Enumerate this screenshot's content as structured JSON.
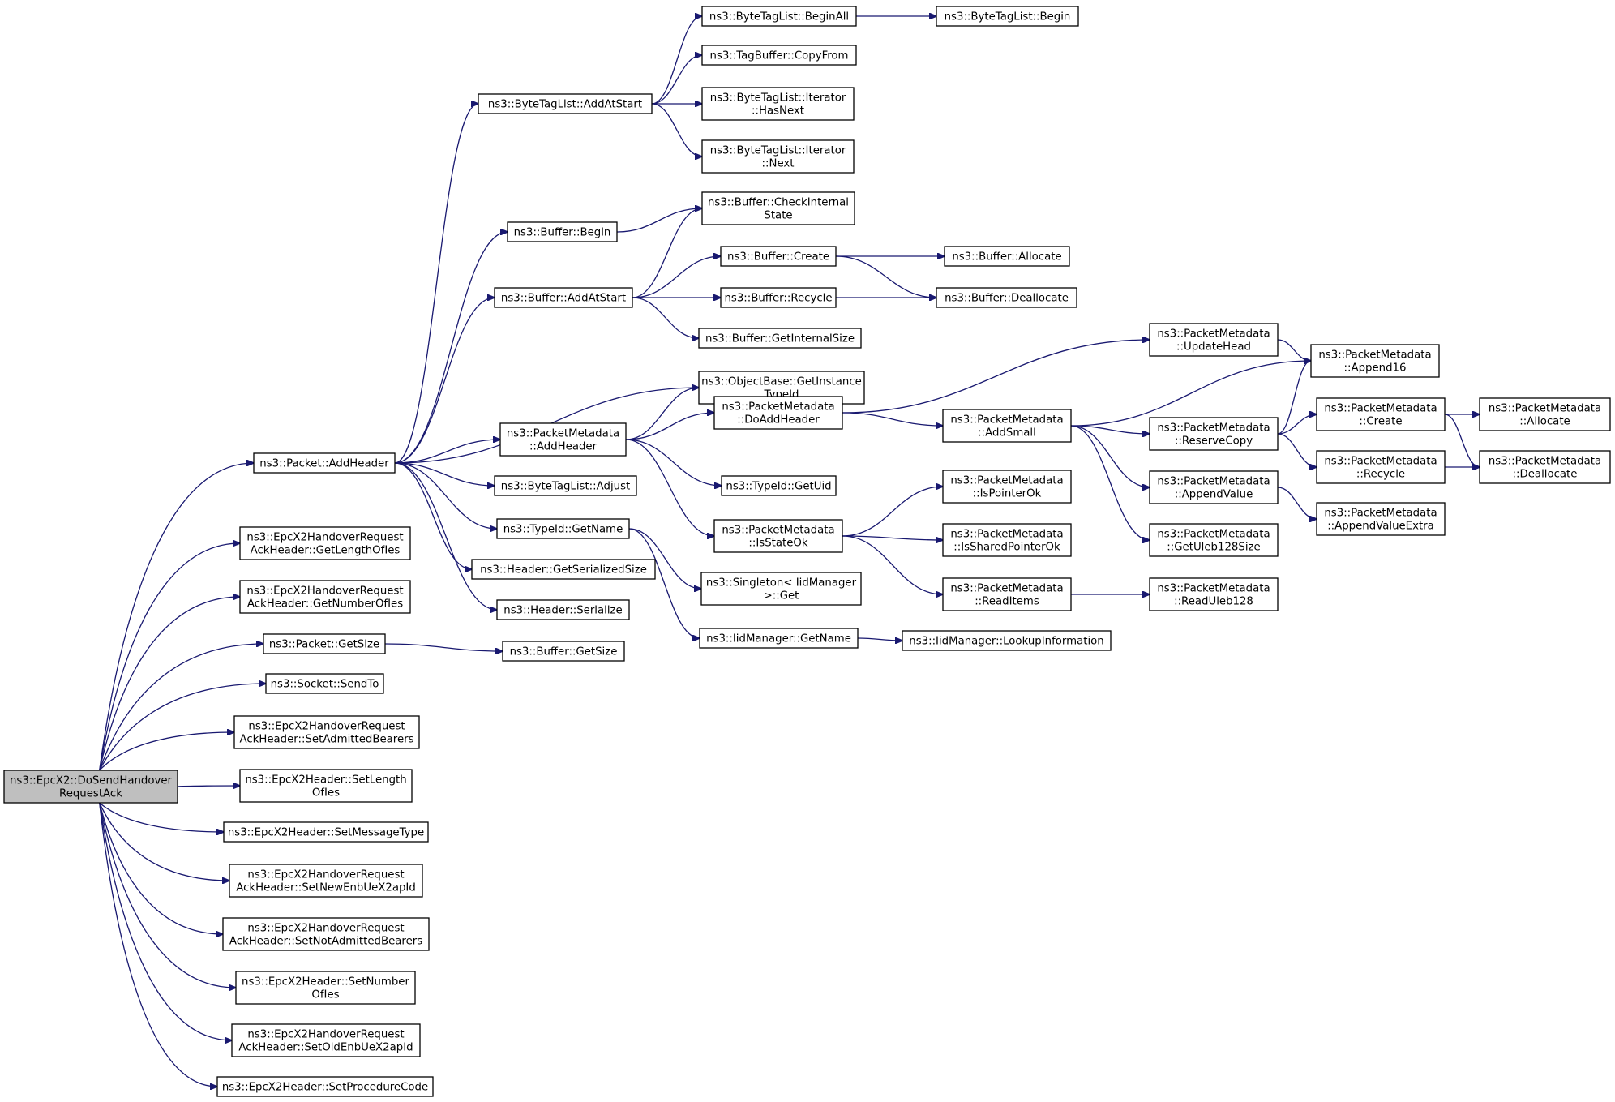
{
  "diagram": {
    "root": "DoSendHandoverRequestAck",
    "colors": {
      "edge": "#191970",
      "root_fill": "#bfbfbf",
      "node_fill": "#ffffff",
      "border": "#000000"
    },
    "nodes": [
      {
        "id": "DoSendHandoverRequestAck",
        "lines": [
          "ns3::EpcX2::DoSendHandover",
          "RequestAck"
        ]
      },
      {
        "id": "Packet_AddHeader",
        "lines": [
          "ns3::Packet::AddHeader"
        ]
      },
      {
        "id": "GetLengthOfIes",
        "lines": [
          "ns3::EpcX2HandoverRequest",
          "AckHeader::GetLengthOfIes"
        ]
      },
      {
        "id": "GetNumberOfIes",
        "lines": [
          "ns3::EpcX2HandoverRequest",
          "AckHeader::GetNumberOfIes"
        ]
      },
      {
        "id": "Packet_GetSize",
        "lines": [
          "ns3::Packet::GetSize"
        ]
      },
      {
        "id": "Socket_SendTo",
        "lines": [
          "ns3::Socket::SendTo"
        ]
      },
      {
        "id": "SetAdmittedBearers",
        "lines": [
          "ns3::EpcX2HandoverRequest",
          "AckHeader::SetAdmittedBearers"
        ]
      },
      {
        "id": "SetLengthOfIes",
        "lines": [
          "ns3::EpcX2Header::SetLength",
          "OfIes"
        ]
      },
      {
        "id": "SetMessageType",
        "lines": [
          "ns3::EpcX2Header::SetMessageType"
        ]
      },
      {
        "id": "SetNewEnbUeX2apId",
        "lines": [
          "ns3::EpcX2HandoverRequest",
          "AckHeader::SetNewEnbUeX2apId"
        ]
      },
      {
        "id": "SetNotAdmittedBearers",
        "lines": [
          "ns3::EpcX2HandoverRequest",
          "AckHeader::SetNotAdmittedBearers"
        ]
      },
      {
        "id": "SetNumberOfIes",
        "lines": [
          "ns3::EpcX2Header::SetNumber",
          "OfIes"
        ]
      },
      {
        "id": "SetOldEnbUeX2apId",
        "lines": [
          "ns3::EpcX2HandoverRequest",
          "AckHeader::SetOldEnbUeX2apId"
        ]
      },
      {
        "id": "SetProcedureCode",
        "lines": [
          "ns3::EpcX2Header::SetProcedureCode"
        ]
      },
      {
        "id": "ByteTagList_AddAtStart",
        "lines": [
          "ns3::ByteTagList::AddAtStart"
        ]
      },
      {
        "id": "Buffer_Begin",
        "lines": [
          "ns3::Buffer::Begin"
        ]
      },
      {
        "id": "Buffer_AddAtStart",
        "lines": [
          "ns3::Buffer::AddAtStart"
        ]
      },
      {
        "id": "PM_AddHeader",
        "lines": [
          "ns3::PacketMetadata",
          "::AddHeader"
        ]
      },
      {
        "id": "ByteTagList_Adjust",
        "lines": [
          "ns3::ByteTagList::Adjust"
        ]
      },
      {
        "id": "TypeId_GetName",
        "lines": [
          "ns3::TypeId::GetName"
        ]
      },
      {
        "id": "Header_GetSerializedSize",
        "lines": [
          "ns3::Header::GetSerializedSize"
        ]
      },
      {
        "id": "Header_Serialize",
        "lines": [
          "ns3::Header::Serialize"
        ]
      },
      {
        "id": "Buffer_GetSize",
        "lines": [
          "ns3::Buffer::GetSize"
        ]
      },
      {
        "id": "ByteTagList_BeginAll",
        "lines": [
          "ns3::ByteTagList::BeginAll"
        ]
      },
      {
        "id": "TagBuffer_CopyFrom",
        "lines": [
          "ns3::TagBuffer::CopyFrom"
        ]
      },
      {
        "id": "Iterator_HasNext",
        "lines": [
          "ns3::ByteTagList::Iterator",
          "::HasNext"
        ]
      },
      {
        "id": "Iterator_Next",
        "lines": [
          "ns3::ByteTagList::Iterator",
          "::Next"
        ]
      },
      {
        "id": "Buffer_CheckInternalState",
        "lines": [
          "ns3::Buffer::CheckInternal",
          "State"
        ]
      },
      {
        "id": "Buffer_Create",
        "lines": [
          "ns3::Buffer::Create"
        ]
      },
      {
        "id": "Buffer_Recycle",
        "lines": [
          "ns3::Buffer::Recycle"
        ]
      },
      {
        "id": "Buffer_GetInternalSize",
        "lines": [
          "ns3::Buffer::GetInternalSize"
        ]
      },
      {
        "id": "ObjectBase_GetInstanceTypeId",
        "lines": [
          "ns3::ObjectBase::GetInstance",
          "TypeId"
        ]
      },
      {
        "id": "PM_DoAddHeader",
        "lines": [
          "ns3::PacketMetadata",
          "::DoAddHeader"
        ]
      },
      {
        "id": "TypeId_GetUid",
        "lines": [
          "ns3::TypeId::GetUid"
        ]
      },
      {
        "id": "PM_IsStateOk",
        "lines": [
          "ns3::PacketMetadata",
          "::IsStateOk"
        ]
      },
      {
        "id": "Singleton_Get",
        "lines": [
          "ns3::Singleton< IidManager",
          ">::Get"
        ]
      },
      {
        "id": "IidManager_GetName",
        "lines": [
          "ns3::IidManager::GetName"
        ]
      },
      {
        "id": "ByteTagList_Begin",
        "lines": [
          "ns3::ByteTagList::Begin"
        ]
      },
      {
        "id": "Buffer_Allocate",
        "lines": [
          "ns3::Buffer::Allocate"
        ]
      },
      {
        "id": "Buffer_Deallocate",
        "lines": [
          "ns3::Buffer::Deallocate"
        ]
      },
      {
        "id": "PM_UpdateHead",
        "lines": [
          "ns3::PacketMetadata",
          "::UpdateHead"
        ]
      },
      {
        "id": "PM_AddSmall",
        "lines": [
          "ns3::PacketMetadata",
          "::AddSmall"
        ]
      },
      {
        "id": "PM_IsPointerOk",
        "lines": [
          "ns3::PacketMetadata",
          "::IsPointerOk"
        ]
      },
      {
        "id": "PM_IsSharedPointerOk",
        "lines": [
          "ns3::PacketMetadata",
          "::IsSharedPointerOk"
        ]
      },
      {
        "id": "PM_ReadItems",
        "lines": [
          "ns3::PacketMetadata",
          "::ReadItems"
        ]
      },
      {
        "id": "IidManager_LookupInformation",
        "lines": [
          "ns3::IidManager::LookupInformation"
        ]
      },
      {
        "id": "PM_Append16",
        "lines": [
          "ns3::PacketMetadata",
          "::Append16"
        ]
      },
      {
        "id": "PM_ReserveCopy",
        "lines": [
          "ns3::PacketMetadata",
          "::ReserveCopy"
        ]
      },
      {
        "id": "PM_AppendValue",
        "lines": [
          "ns3::PacketMetadata",
          "::AppendValue"
        ]
      },
      {
        "id": "PM_GetUleb128Size",
        "lines": [
          "ns3::PacketMetadata",
          "::GetUleb128Size"
        ]
      },
      {
        "id": "PM_ReadUleb128",
        "lines": [
          "ns3::PacketMetadata",
          "::ReadUleb128"
        ]
      },
      {
        "id": "PM_Create",
        "lines": [
          "ns3::PacketMetadata",
          "::Create"
        ]
      },
      {
        "id": "PM_Recycle",
        "lines": [
          "ns3::PacketMetadata",
          "::Recycle"
        ]
      },
      {
        "id": "PM_AppendValueExtra",
        "lines": [
          "ns3::PacketMetadata",
          "::AppendValueExtra"
        ]
      },
      {
        "id": "PM_Allocate",
        "lines": [
          "ns3::PacketMetadata",
          "::Allocate"
        ]
      },
      {
        "id": "PM_Deallocate",
        "lines": [
          "ns3::PacketMetadata",
          "::Deallocate"
        ]
      }
    ],
    "edges": [
      [
        "DoSendHandoverRequestAck",
        "Packet_AddHeader"
      ],
      [
        "DoSendHandoverRequestAck",
        "GetLengthOfIes"
      ],
      [
        "DoSendHandoverRequestAck",
        "GetNumberOfIes"
      ],
      [
        "DoSendHandoverRequestAck",
        "Packet_GetSize"
      ],
      [
        "DoSendHandoverRequestAck",
        "Socket_SendTo"
      ],
      [
        "DoSendHandoverRequestAck",
        "SetAdmittedBearers"
      ],
      [
        "DoSendHandoverRequestAck",
        "SetLengthOfIes"
      ],
      [
        "DoSendHandoverRequestAck",
        "SetMessageType"
      ],
      [
        "DoSendHandoverRequestAck",
        "SetNewEnbUeX2apId"
      ],
      [
        "DoSendHandoverRequestAck",
        "SetNotAdmittedBearers"
      ],
      [
        "DoSendHandoverRequestAck",
        "SetNumberOfIes"
      ],
      [
        "DoSendHandoverRequestAck",
        "SetOldEnbUeX2apId"
      ],
      [
        "DoSendHandoverRequestAck",
        "SetProcedureCode"
      ],
      [
        "Packet_AddHeader",
        "ByteTagList_AddAtStart"
      ],
      [
        "Packet_AddHeader",
        "Buffer_Begin"
      ],
      [
        "Packet_AddHeader",
        "Buffer_AddAtStart"
      ],
      [
        "Packet_AddHeader",
        "ObjectBase_GetInstanceTypeId"
      ],
      [
        "Packet_AddHeader",
        "PM_AddHeader"
      ],
      [
        "Packet_AddHeader",
        "ByteTagList_Adjust"
      ],
      [
        "Packet_AddHeader",
        "TypeId_GetName"
      ],
      [
        "Packet_AddHeader",
        "Header_GetSerializedSize"
      ],
      [
        "Packet_AddHeader",
        "Header_Serialize"
      ],
      [
        "Packet_GetSize",
        "Buffer_GetSize"
      ],
      [
        "ByteTagList_AddAtStart",
        "ByteTagList_BeginAll"
      ],
      [
        "ByteTagList_AddAtStart",
        "TagBuffer_CopyFrom"
      ],
      [
        "ByteTagList_AddAtStart",
        "Iterator_HasNext"
      ],
      [
        "ByteTagList_AddAtStart",
        "Iterator_Next"
      ],
      [
        "ByteTagList_BeginAll",
        "ByteTagList_Begin"
      ],
      [
        "Buffer_Begin",
        "Buffer_CheckInternalState"
      ],
      [
        "Buffer_AddAtStart",
        "Buffer_CheckInternalState"
      ],
      [
        "Buffer_AddAtStart",
        "Buffer_Create"
      ],
      [
        "Buffer_AddAtStart",
        "Buffer_Recycle"
      ],
      [
        "Buffer_AddAtStart",
        "Buffer_GetInternalSize"
      ],
      [
        "Buffer_Create",
        "Buffer_Allocate"
      ],
      [
        "Buffer_Create",
        "Buffer_Deallocate"
      ],
      [
        "Buffer_Recycle",
        "Buffer_Deallocate"
      ],
      [
        "PM_AddHeader",
        "ObjectBase_GetInstanceTypeId"
      ],
      [
        "PM_AddHeader",
        "PM_DoAddHeader"
      ],
      [
        "PM_AddHeader",
        "TypeId_GetUid"
      ],
      [
        "PM_AddHeader",
        "PM_IsStateOk"
      ],
      [
        "TypeId_GetName",
        "Singleton_Get"
      ],
      [
        "TypeId_GetName",
        "IidManager_GetName"
      ],
      [
        "IidManager_GetName",
        "IidManager_LookupInformation"
      ],
      [
        "PM_DoAddHeader",
        "PM_UpdateHead"
      ],
      [
        "PM_DoAddHeader",
        "PM_AddSmall"
      ],
      [
        "PM_IsStateOk",
        "PM_IsPointerOk"
      ],
      [
        "PM_IsStateOk",
        "PM_IsSharedPointerOk"
      ],
      [
        "PM_IsStateOk",
        "PM_ReadItems"
      ],
      [
        "PM_ReadItems",
        "PM_ReadUleb128"
      ],
      [
        "PM_UpdateHead",
        "PM_Append16"
      ],
      [
        "PM_AddSmall",
        "PM_Append16"
      ],
      [
        "PM_AddSmall",
        "PM_ReserveCopy"
      ],
      [
        "PM_AddSmall",
        "PM_AppendValue"
      ],
      [
        "PM_AddSmall",
        "PM_GetUleb128Size"
      ],
      [
        "PM_ReserveCopy",
        "PM_Append16"
      ],
      [
        "PM_ReserveCopy",
        "PM_Create"
      ],
      [
        "PM_ReserveCopy",
        "PM_Recycle"
      ],
      [
        "PM_AppendValue",
        "PM_AppendValueExtra"
      ],
      [
        "PM_Create",
        "PM_Allocate"
      ],
      [
        "PM_Create",
        "PM_Deallocate"
      ],
      [
        "PM_Recycle",
        "PM_Deallocate"
      ]
    ]
  }
}
